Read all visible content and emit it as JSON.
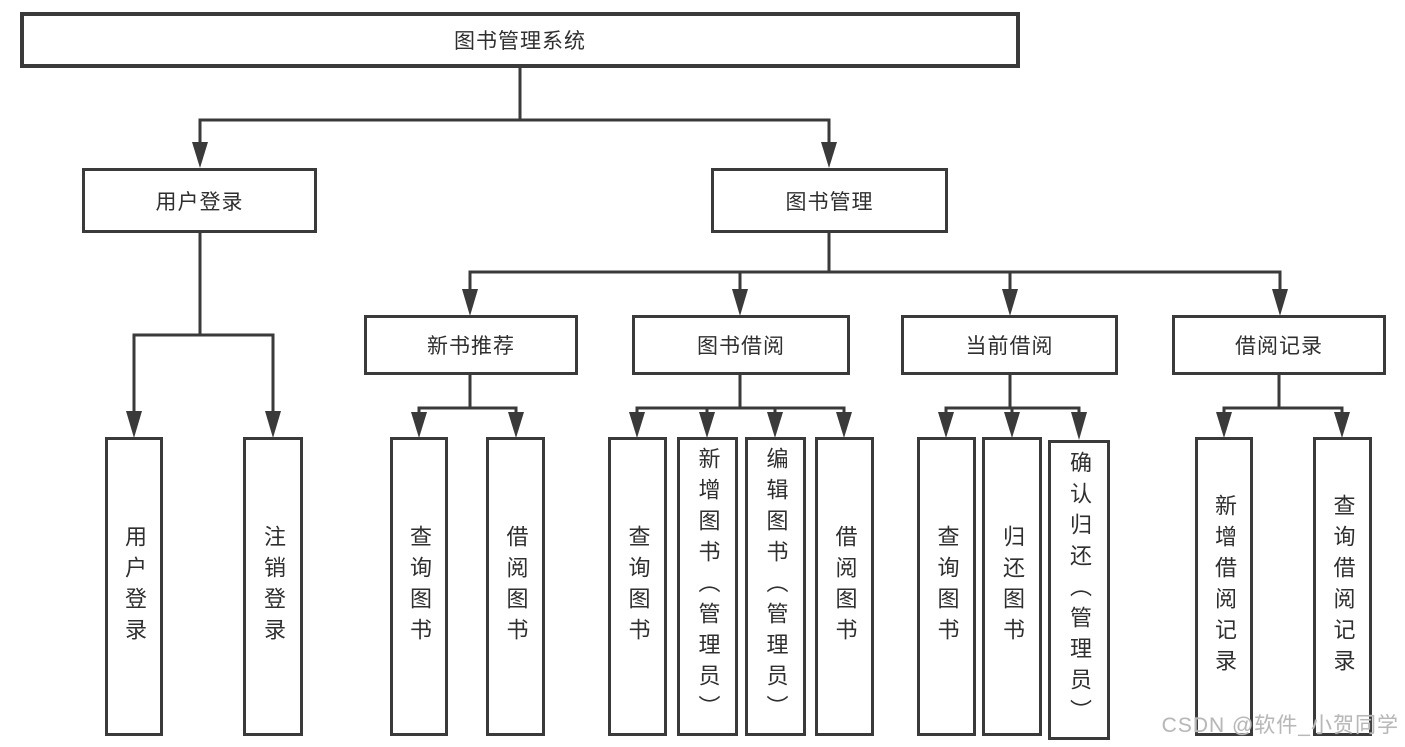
{
  "tree": {
    "label": "图书管理系统",
    "children": [
      {
        "label": "用户登录",
        "children": [
          {
            "label": "用户登录"
          },
          {
            "label": "注销登录"
          }
        ]
      },
      {
        "label": "图书管理",
        "children": [
          {
            "label": "新书推荐",
            "children": [
              {
                "label": "查询图书"
              },
              {
                "label": "借阅图书"
              }
            ]
          },
          {
            "label": "图书借阅",
            "children": [
              {
                "label": "查询图书"
              },
              {
                "label": "新增图书（管理员）"
              },
              {
                "label": "编辑图书（管理员）"
              },
              {
                "label": "借阅图书"
              }
            ]
          },
          {
            "label": "当前借阅",
            "children": [
              {
                "label": "查询图书"
              },
              {
                "label": "归还图书"
              },
              {
                "label": "确认归还（管理员）"
              }
            ]
          },
          {
            "label": "借阅记录",
            "children": [
              {
                "label": "新增借阅记录"
              },
              {
                "label": "查询借阅记录"
              }
            ]
          }
        ]
      }
    ]
  },
  "watermark": "CSDN @软件_小贺同学",
  "colors": {
    "line": "#3a3a3a",
    "text": "#2f2f2f",
    "watermark": "#b8b8b8",
    "background": "#ffffff"
  }
}
